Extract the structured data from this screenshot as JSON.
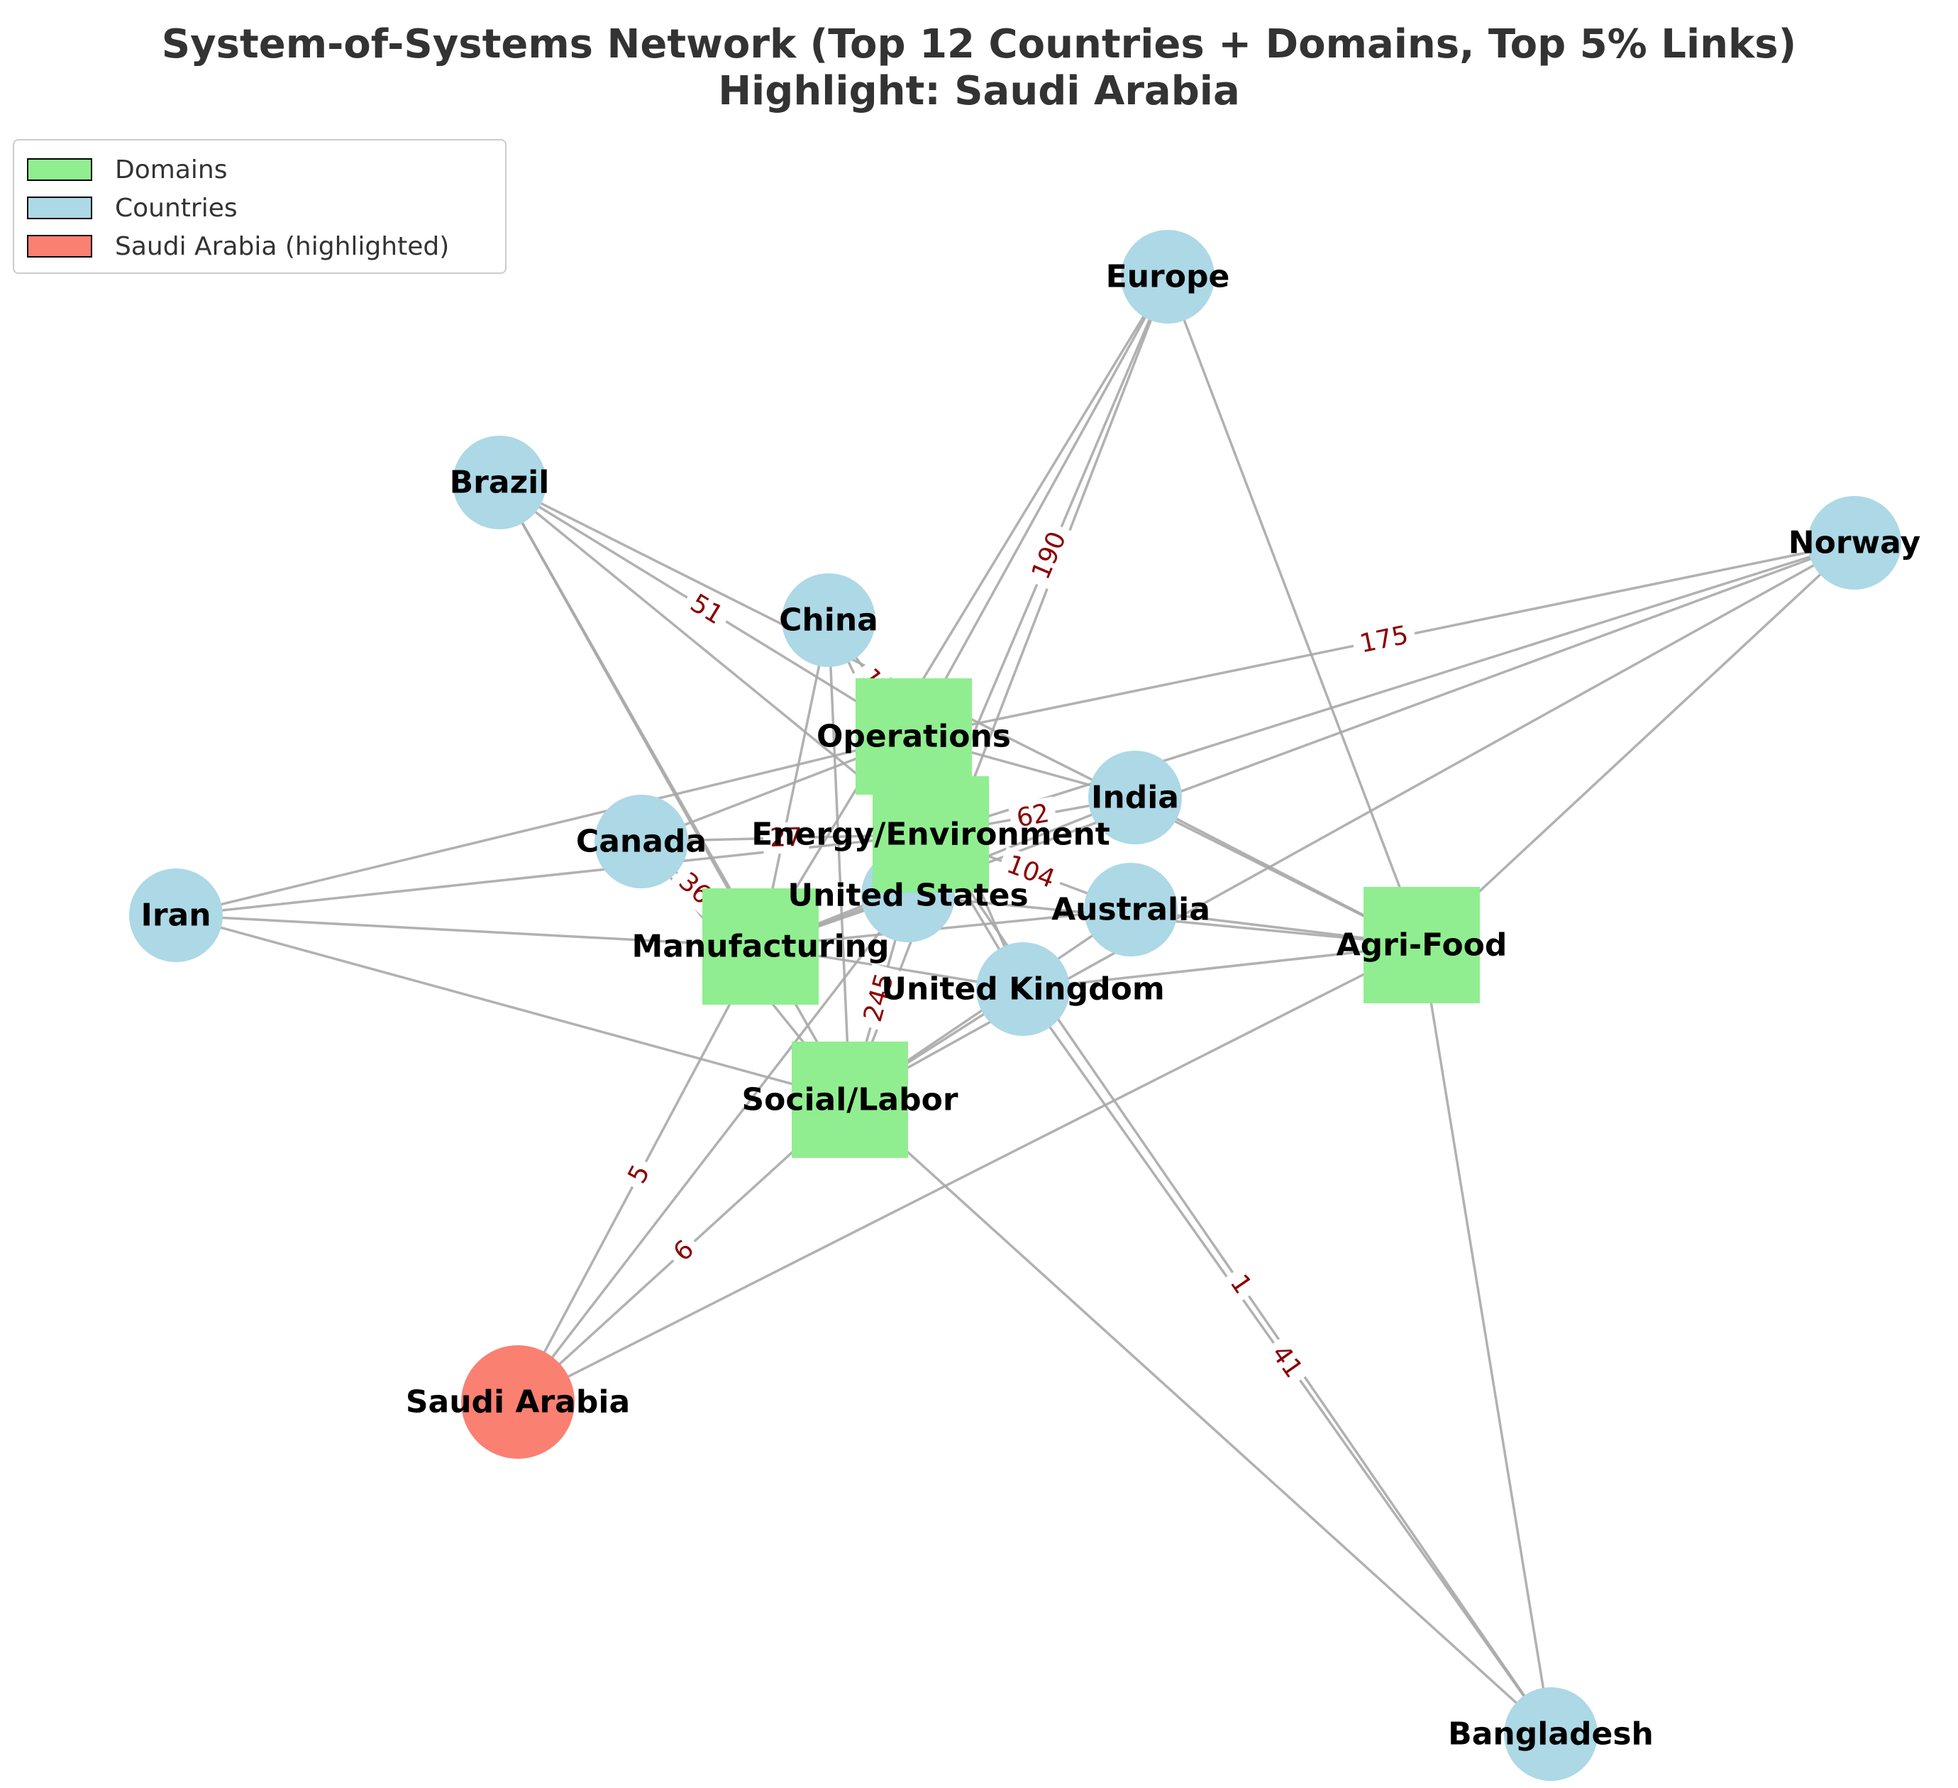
{
  "title": {
    "line1": "System-of-Systems Network (Top 12 Countries + Domains, Top 5% Links)",
    "line2": "Highlight: Saudi Arabia"
  },
  "legend": [
    {
      "label": "Domains",
      "color": "#90ee90"
    },
    {
      "label": "Countries",
      "color": "#add8e6"
    },
    {
      "label": "Saudi Arabia (highlighted)",
      "color": "#fa8072"
    }
  ],
  "colors": {
    "domain": "#90ee90",
    "country": "#add8e6",
    "highlight": "#fa8072",
    "edge": "#a9a9a9",
    "edge_label": "#8b0000"
  },
  "nodes": [
    {
      "id": "europe",
      "label": "Europe",
      "kind": "country"
    },
    {
      "id": "brazil",
      "label": "Brazil",
      "kind": "country"
    },
    {
      "id": "norway",
      "label": "Norway",
      "kind": "country"
    },
    {
      "id": "china",
      "label": "China",
      "kind": "country"
    },
    {
      "id": "india",
      "label": "India",
      "kind": "country"
    },
    {
      "id": "canada",
      "label": "Canada",
      "kind": "country"
    },
    {
      "id": "iran",
      "label": "Iran",
      "kind": "country"
    },
    {
      "id": "united-states",
      "label": "United States",
      "kind": "country"
    },
    {
      "id": "australia",
      "label": "Australia",
      "kind": "country"
    },
    {
      "id": "united-kingdom",
      "label": "United Kingdom",
      "kind": "country"
    },
    {
      "id": "saudi-arabia",
      "label": "Saudi Arabia",
      "kind": "highlight"
    },
    {
      "id": "bangladesh",
      "label": "Bangladesh",
      "kind": "country"
    },
    {
      "id": "operations",
      "label": "Operations",
      "kind": "domain"
    },
    {
      "id": "energy-environment",
      "label": "Energy/Environment",
      "kind": "domain"
    },
    {
      "id": "manufacturing",
      "label": "Manufacturing",
      "kind": "domain"
    },
    {
      "id": "agri-food",
      "label": "Agri-Food",
      "kind": "domain"
    },
    {
      "id": "social-labor",
      "label": "Social/Labor",
      "kind": "domain"
    }
  ],
  "edges": [
    {
      "from": "europe",
      "to": "operations"
    },
    {
      "from": "europe",
      "to": "energy-environment",
      "label": "190"
    },
    {
      "from": "europe",
      "to": "manufacturing"
    },
    {
      "from": "europe",
      "to": "social-labor"
    },
    {
      "from": "europe",
      "to": "agri-food"
    },
    {
      "from": "brazil",
      "to": "operations",
      "label": "51"
    },
    {
      "from": "brazil",
      "to": "energy-environment"
    },
    {
      "from": "brazil",
      "to": "manufacturing"
    },
    {
      "from": "brazil",
      "to": "social-labor"
    },
    {
      "from": "brazil",
      "to": "agri-food"
    },
    {
      "from": "norway",
      "to": "operations",
      "label": "175"
    },
    {
      "from": "norway",
      "to": "energy-environment"
    },
    {
      "from": "norway",
      "to": "manufacturing"
    },
    {
      "from": "norway",
      "to": "social-labor"
    },
    {
      "from": "norway",
      "to": "agri-food"
    },
    {
      "from": "china",
      "to": "operations",
      "label": "1"
    },
    {
      "from": "china",
      "to": "energy-environment"
    },
    {
      "from": "china",
      "to": "manufacturing"
    },
    {
      "from": "china",
      "to": "social-labor"
    },
    {
      "from": "india",
      "to": "operations"
    },
    {
      "from": "india",
      "to": "energy-environment",
      "label": "62"
    },
    {
      "from": "india",
      "to": "manufacturing"
    },
    {
      "from": "india",
      "to": "agri-food"
    },
    {
      "from": "canada",
      "to": "operations"
    },
    {
      "from": "canada",
      "to": "energy-environment",
      "label": "27"
    },
    {
      "from": "canada",
      "to": "manufacturing",
      "label": "360"
    },
    {
      "from": "canada",
      "to": "social-labor"
    },
    {
      "from": "iran",
      "to": "operations"
    },
    {
      "from": "iran",
      "to": "energy-environment"
    },
    {
      "from": "iran",
      "to": "manufacturing"
    },
    {
      "from": "iran",
      "to": "social-labor"
    },
    {
      "from": "united-states",
      "to": "operations"
    },
    {
      "from": "united-states",
      "to": "energy-environment"
    },
    {
      "from": "united-states",
      "to": "manufacturing"
    },
    {
      "from": "united-states",
      "to": "social-labor",
      "label": "245"
    },
    {
      "from": "united-states",
      "to": "agri-food"
    },
    {
      "from": "australia",
      "to": "energy-environment",
      "label": "104"
    },
    {
      "from": "australia",
      "to": "manufacturing"
    },
    {
      "from": "australia",
      "to": "social-labor"
    },
    {
      "from": "australia",
      "to": "agri-food"
    },
    {
      "from": "united-kingdom",
      "to": "operations"
    },
    {
      "from": "united-kingdom",
      "to": "energy-environment"
    },
    {
      "from": "united-kingdom",
      "to": "manufacturing"
    },
    {
      "from": "united-kingdom",
      "to": "social-labor"
    },
    {
      "from": "united-kingdom",
      "to": "agri-food"
    },
    {
      "from": "saudi-arabia",
      "to": "manufacturing",
      "label": "5"
    },
    {
      "from": "saudi-arabia",
      "to": "social-labor",
      "label": "6"
    },
    {
      "from": "saudi-arabia",
      "to": "agri-food"
    },
    {
      "from": "saudi-arabia",
      "to": "united-states"
    },
    {
      "from": "bangladesh",
      "to": "social-labor"
    },
    {
      "from": "bangladesh",
      "to": "agri-food"
    },
    {
      "from": "bangladesh",
      "to": "united-kingdom",
      "label": "41"
    },
    {
      "from": "bangladesh",
      "to": "energy-environment",
      "label": "1"
    }
  ]
}
